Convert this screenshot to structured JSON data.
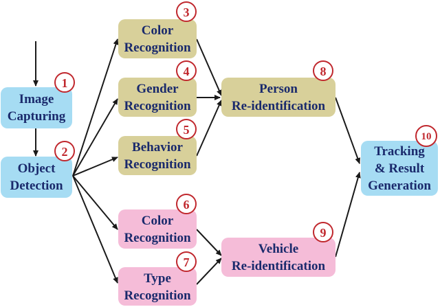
{
  "colors": {
    "blue": "#a6dcf3",
    "tan": "#d8d09a",
    "pink": "#f5bcd8",
    "badge_border": "#c0272d",
    "text": "#1a2a6c",
    "arrow": "#1a1a1a"
  },
  "nodes": {
    "image_capturing": {
      "lines": [
        "Image",
        "Capturing"
      ],
      "badge": "1"
    },
    "object_detection": {
      "lines": [
        "Object",
        "Detection"
      ],
      "badge": "2"
    },
    "person_color": {
      "lines": [
        "Color",
        "Recognition"
      ],
      "badge": "3"
    },
    "gender": {
      "lines": [
        "Gender",
        "Recognition"
      ],
      "badge": "4"
    },
    "behavior": {
      "lines": [
        "Behavior",
        "Recognition"
      ],
      "badge": "5"
    },
    "vehicle_color": {
      "lines": [
        "Color",
        "Recognition"
      ],
      "badge": "6"
    },
    "type": {
      "lines": [
        "Type",
        "Recognition"
      ],
      "badge": "7"
    },
    "person_reid": {
      "lines": [
        "Person",
        "Re-identification"
      ],
      "badge": "8"
    },
    "vehicle_reid": {
      "lines": [
        "Vehicle",
        "Re-identification"
      ],
      "badge": "9"
    },
    "tracking": {
      "lines": [
        "Tracking",
        "& Result",
        "Generation"
      ],
      "badge": "10"
    }
  }
}
